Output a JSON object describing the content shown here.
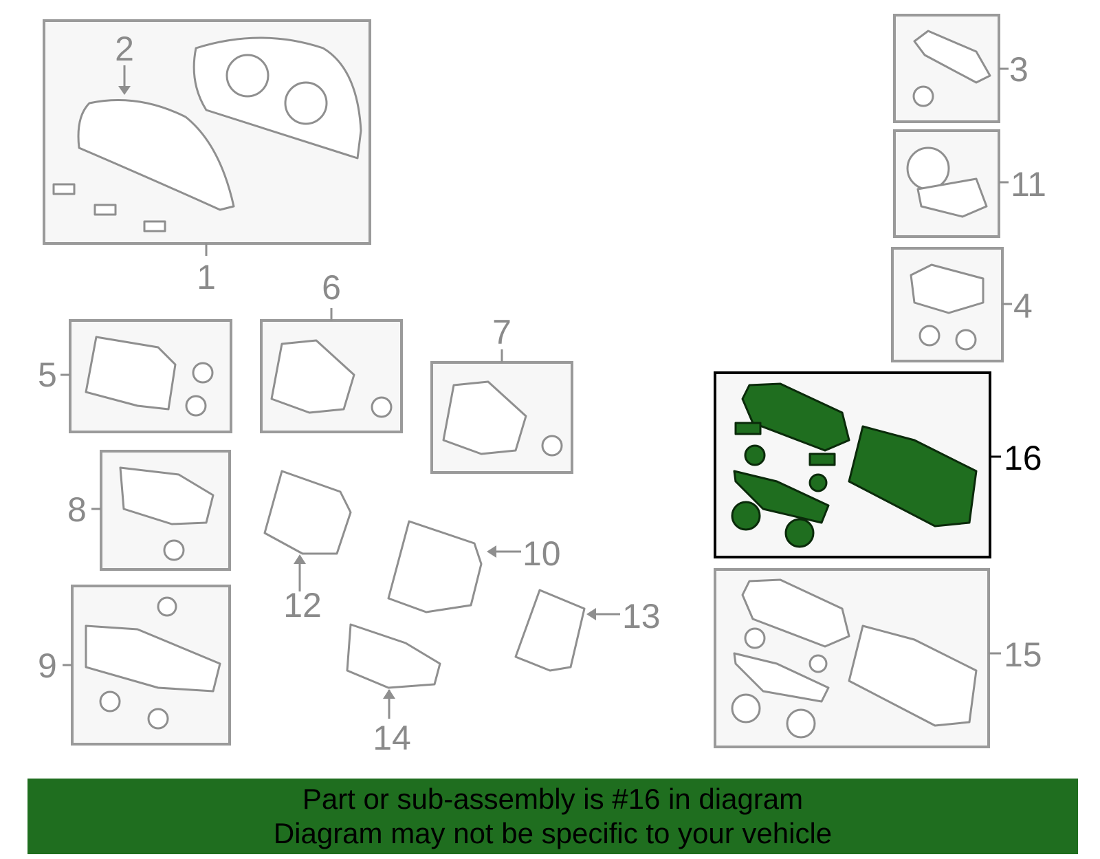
{
  "callouts": {
    "c1": "1",
    "c2": "2",
    "c3": "3",
    "c4": "4",
    "c5": "5",
    "c6": "6",
    "c7": "7",
    "c8": "8",
    "c9": "9",
    "c10": "10",
    "c11": "11",
    "c12": "12",
    "c13": "13",
    "c14": "14",
    "c15": "15",
    "c16": "16"
  },
  "highlighted_part": "16",
  "colors": {
    "highlight": "#1f6e1f",
    "line": "#8f8f8f",
    "box_fill": "#f7f7f7"
  },
  "footer": {
    "line1": "Part or sub-assembly is #16 in diagram",
    "line2": "Diagram may not be specific to your vehicle"
  }
}
